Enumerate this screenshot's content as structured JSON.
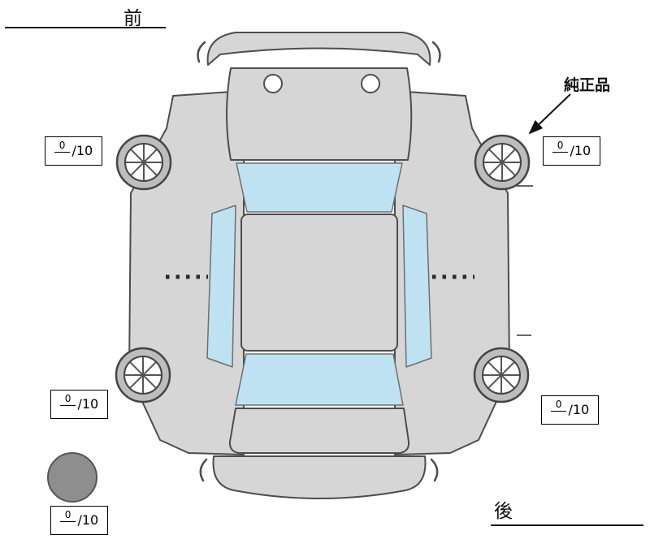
{
  "diagram": {
    "front_label": "前",
    "rear_label": "後",
    "genuine_part_label": "純正品"
  },
  "tread_scores": {
    "front_left": {
      "value": "0",
      "max": "/10"
    },
    "front_right": {
      "value": "0",
      "max": "/10"
    },
    "rear_left": {
      "value": "0",
      "max": "/10"
    },
    "rear_right": {
      "value": "0",
      "max": "/10"
    },
    "spare": {
      "value": "0",
      "max": "/10"
    }
  },
  "colors": {
    "car_body": "#d6d6d6",
    "glass": "#bfe2f3",
    "tire": "#bdbdbd",
    "spare_tire_fill": "#8e8e8e"
  }
}
